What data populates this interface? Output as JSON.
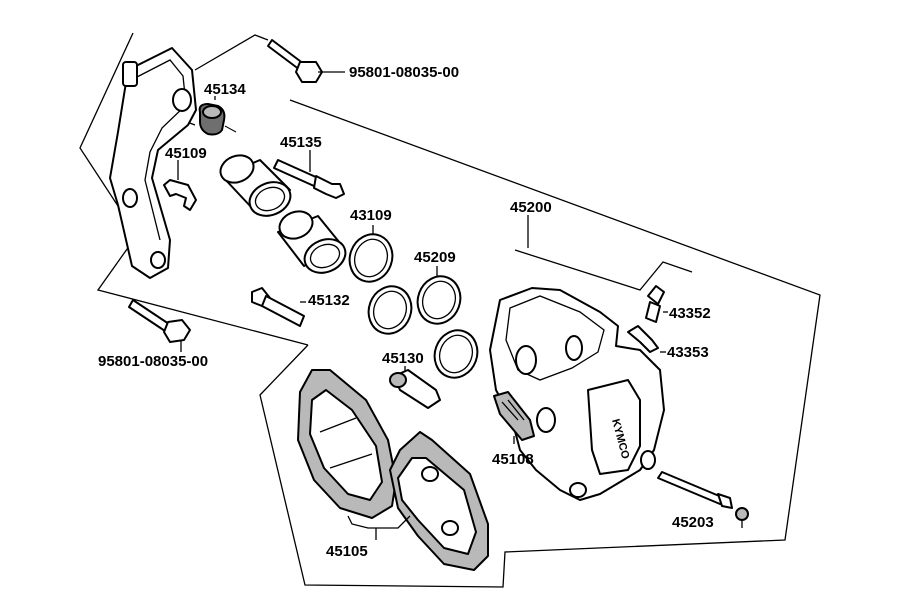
{
  "labels": {
    "bolt_top": "95801-08035-00",
    "bolt_bottom": "95801-08035-00",
    "boot": "45134",
    "slide_pin_upper": "45135",
    "clip_left": "45109",
    "seal_outer": "43109",
    "caliper_assy": "45200",
    "seal_inner": "45209",
    "slide_pin_lower": "45132",
    "bushing": "45130",
    "bleed_screw": "43352",
    "bleed_cap": "43353",
    "pad_spring": "45108",
    "pads": "45105",
    "pad_pin": "45203"
  },
  "logo_text": "KYMCO",
  "colors": {
    "line": "#000000",
    "fill_light": "#b9b9b9",
    "fill_dark": "#6f6f6f",
    "background": "#ffffff"
  }
}
